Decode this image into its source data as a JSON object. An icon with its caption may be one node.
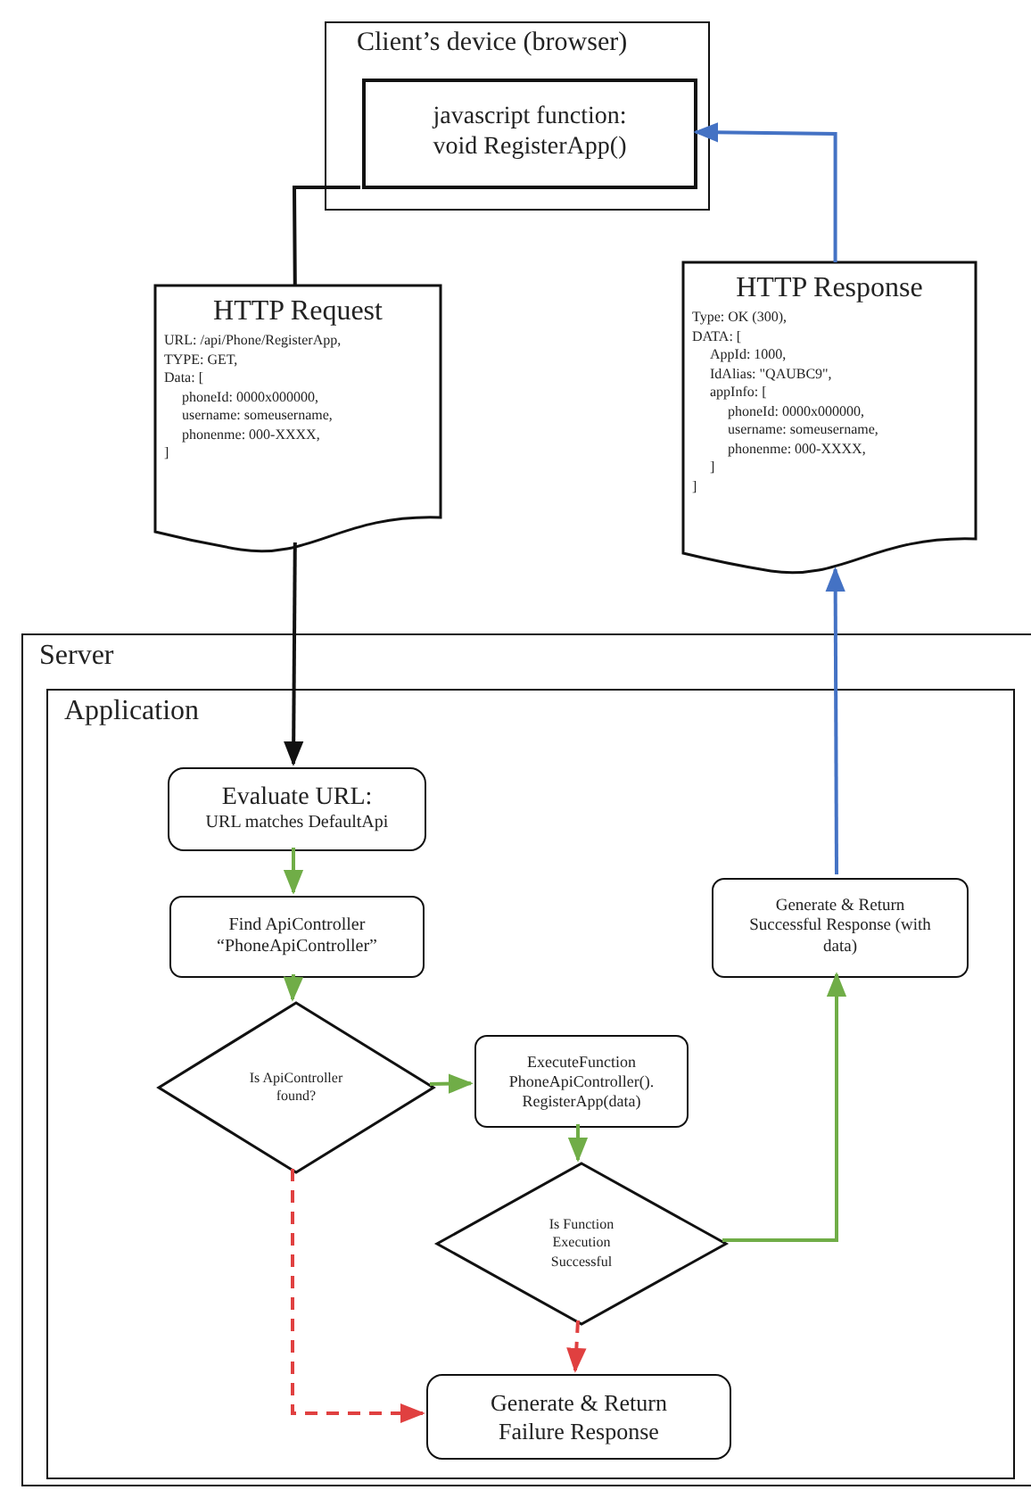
{
  "diagram": {
    "nodes": [
      {
        "text": [
          "Client’s device (browser)"
        ]
      },
      {
        "text": [
          "javascript function: void RegisterApp()"
        ],
        "in": 0
      },
      {
        "text": [
          "HTTP Request",
          "URL: /api/Phone/RegisterApp,",
          "TYPE: GET,",
          "Data: [",
          "phoneId: 0000x000000,",
          "username: someusername,",
          "phonenme: 000-XXXX,",
          "]"
        ]
      },
      {
        "text": [
          "HTTP Response",
          "Type: OK (300),",
          "DATA: [",
          "AppId: 1000,",
          "IdAlias: \"QAUBC9\",",
          "appInfo: [",
          "phoneId: 0000x000000,",
          "username: someusername,",
          "phonenme: 000-XXXX,",
          "]",
          "]"
        ]
      },
      {
        "text": [
          "Server"
        ]
      },
      {
        "text": [
          "Application"
        ],
        "in": 4
      },
      {
        "text": [
          "Evaluate URL:",
          "URL matches DefaultApi"
        ],
        "in": 5
      },
      {
        "text": [
          "Find ApiController “PhoneApiController”"
        ],
        "in": 5
      },
      {
        "text": [
          "Is ApiController found?"
        ],
        "in": 5
      },
      {
        "text": [
          "ExecuteFunction PhoneApiController(). RegisterApp(data)"
        ],
        "in": 5
      },
      {
        "text": [
          "Is Function Execution Successful"
        ],
        "in": 5
      },
      {
        "text": [
          "Generate & Return Failure Response"
        ],
        "in": 5
      },
      {
        "text": [
          "Generate & Return Successful Response (with data)"
        ],
        "in": 5
      }
    ],
    "edges": [
      {
        "from": 1,
        "to": 2,
        "arrow": "none",
        "color": "#111111"
      },
      {
        "from": 2,
        "to": 6,
        "arrow": "to",
        "color": "#111111"
      },
      {
        "from": 6,
        "to": 7,
        "arrow": "to"
      },
      {
        "from": 7,
        "to": 8,
        "arrow": "to"
      },
      {
        "from": 8,
        "to": 9,
        "arrow": "to"
      },
      {
        "from": 9,
        "to": 10,
        "arrow": "to"
      },
      {
        "from": 10,
        "to": 12,
        "arrow": "to"
      },
      {
        "from": 8,
        "to": 11,
        "arrow": "to",
        "style": "dashed",
        "color": "#e04040"
      },
      {
        "from": 10,
        "to": 11,
        "arrow": "to",
        "style": "dashed",
        "color": "#e04040"
      },
      {
        "from": 12,
        "to": 3,
        "arrow": "to",
        "color": "#4472c4"
      },
      {
        "from": 3,
        "to": 1,
        "arrow": "to",
        "color": "#4472c4"
      }
    ]
  }
}
